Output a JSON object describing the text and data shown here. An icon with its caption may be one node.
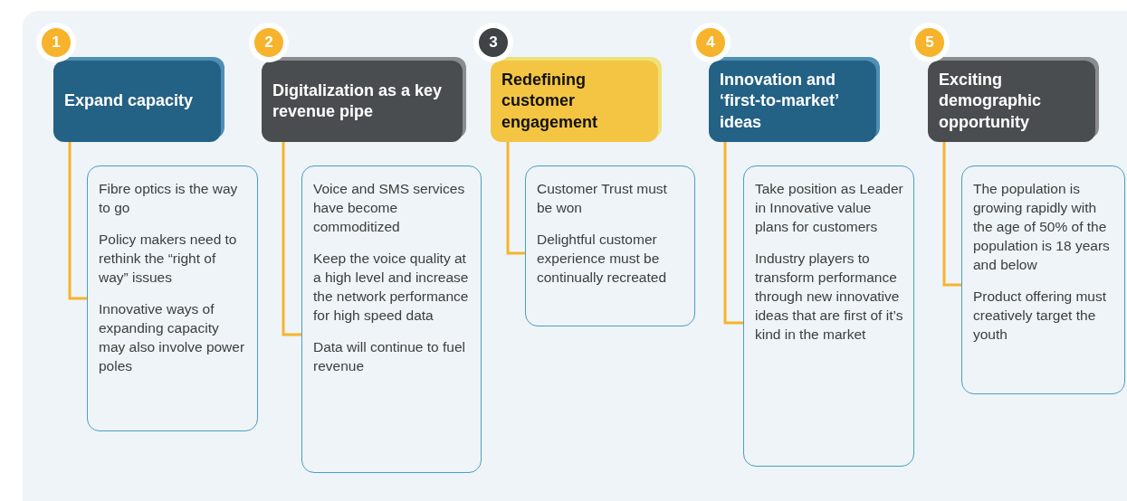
{
  "diagram": {
    "nodes": [
      {
        "text": [
          "1"
        ]
      },
      {
        "text": [
          "Expand capacity"
        ]
      },
      {
        "text": [
          "Fibre optics is the way to go",
          "Policy makers need to rethink the “right of way” issues",
          "Innovative ways of expanding capacity may also involve power poles"
        ]
      },
      {
        "text": [
          "2"
        ]
      },
      {
        "text": [
          "Digitalization as a key revenue pipe"
        ]
      },
      {
        "text": [
          "Voice and SMS services have become commoditized",
          "Keep the voice quality at a high level and increase the network performance for high speed data",
          "Data will continue to fuel revenue"
        ]
      },
      {
        "text": [
          "3"
        ]
      },
      {
        "text": [
          "Redefining customer engagement"
        ]
      },
      {
        "text": [
          "Customer Trust must be won",
          "Delightful customer experience must be continually recreated"
        ]
      },
      {
        "text": [
          "4"
        ]
      },
      {
        "text": [
          "Innovation and ‘first-to-market’ ideas"
        ]
      },
      {
        "text": [
          "Take position as Leader in Innovative value plans for customers",
          "Industry players to transform performance through new innovative ideas that are first of it’s kind in the market"
        ]
      },
      {
        "text": [
          "5"
        ]
      },
      {
        "text": [
          "Exciting demographic opportunity"
        ]
      },
      {
        "text": [
          "The population is growing rapidly with the age of 50% of the population is 18 years and below",
          "Product offering must creatively target the youth"
        ]
      }
    ],
    "edges": [
      {
        "from": 1,
        "to": 2,
        "arrow": "none"
      },
      {
        "from": 4,
        "to": 5,
        "arrow": "none"
      },
      {
        "from": 7,
        "to": 8,
        "arrow": "none"
      },
      {
        "from": 10,
        "to": 11,
        "arrow": "none"
      },
      {
        "from": 13,
        "to": 14,
        "arrow": "none"
      }
    ]
  }
}
